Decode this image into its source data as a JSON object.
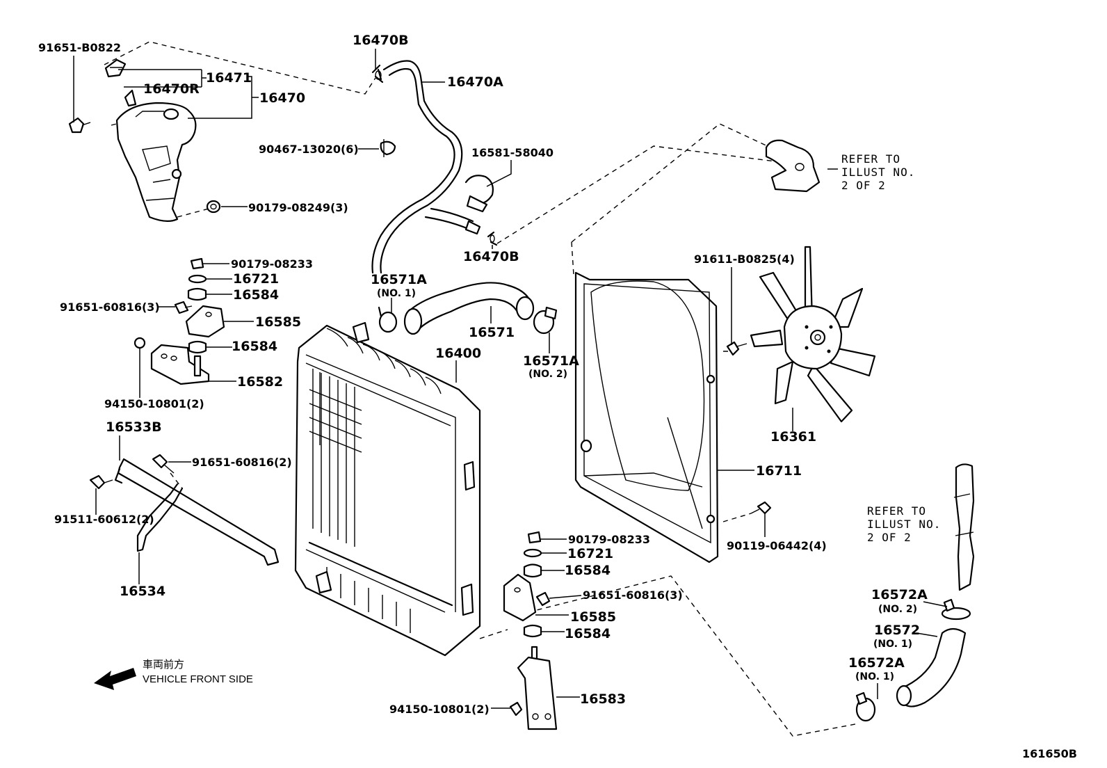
{
  "diagram": {
    "drawing_number": "161650B",
    "front_note": {
      "japanese": "車両前方",
      "english": "VEHICLE FRONT SIDE",
      "icon": "arrow-left-icon"
    },
    "refer_notes": [
      {
        "line1": "REFER TO",
        "line2": "ILLUST NO.",
        "line3": "2 OF 2"
      },
      {
        "line1": "REFER TO",
        "line2": "ILLUST NO.",
        "line3": "2 OF 2"
      }
    ],
    "labels": {
      "p91651_b0822": "91651-B0822",
      "p16470b_top": "16470B",
      "p16471": "16471",
      "p16470r": "16470R",
      "p16470": "16470",
      "p16470a": "16470A",
      "p90467": "90467-13020(6)",
      "p16581": "16581-58040",
      "p90179_08249": "90179-08249(3)",
      "p16470b_mid": "16470B",
      "p90179_08233_l": "90179-08233",
      "p16721_l": "16721",
      "p16584_l1": "16584",
      "p91651_60816_3l": "91651-60816(3)",
      "p16585_l": "16585",
      "p16584_l2": "16584",
      "p94150_l": "94150-10801(2)",
      "p16582": "16582",
      "p16571a_1": "16571A",
      "p16571a_1_sub": "(NO. 1)",
      "p16571": "16571",
      "p16400": "16400",
      "p16571a_2": "16571A",
      "p16571a_2_sub": "(NO. 2)",
      "p91611": "91611-B0825(4)",
      "p16361": "16361",
      "p16711": "16711",
      "p16533b": "16533B",
      "p91651_60816_2": "91651-60816(2)",
      "p91511": "91511-60612(2)",
      "p16534": "16534",
      "p90119": "90119-06442(4)",
      "p90179_08233_r": "90179-08233",
      "p16721_r": "16721",
      "p16584_r1": "16584",
      "p91651_60816_3r": "91651-60816(3)",
      "p16585_r": "16585",
      "p16584_r2": "16584",
      "p16583": "16583",
      "p94150_r": "94150-10801(2)",
      "p16572a_2": "16572A",
      "p16572a_2_sub": "(NO. 2)",
      "p16572": "16572",
      "p16572_sub": "(NO. 1)",
      "p16572a_1": "16572A",
      "p16572a_1_sub": "(NO. 1)"
    }
  }
}
